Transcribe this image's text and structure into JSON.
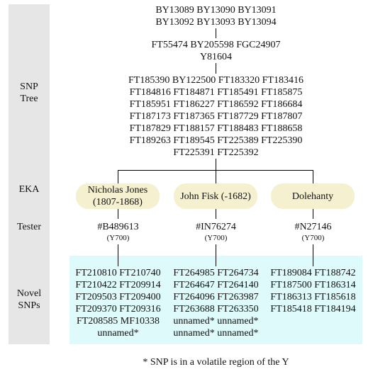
{
  "row_labels": {
    "snp_tree": [
      "SNP",
      "Tree"
    ],
    "eka": "EKA",
    "tester": "Tester",
    "novel_snps": [
      "Novel",
      "SNPs"
    ]
  },
  "tree": {
    "level1": [
      "BY13089 BY13090 BY13091",
      "BY13092 BY13093 BY13094"
    ],
    "level2": [
      "FT55474 BY205598 FGC24907",
      "Y81604"
    ],
    "level3": [
      "FT185390 BY122500 FT183320 FT183416",
      "FT184816 FT184871 FT185491 FT185875",
      "FT185951 FT186227 FT186592 FT186684",
      "FT187173 FT187365 FT187729 FT187807",
      "FT187829 FT188157 FT188483 FT188658",
      "FT189263 FT189545 FT225389 FT225390",
      "FT225391 FT225392"
    ]
  },
  "branches": [
    {
      "eka": [
        "Nicholas Jones",
        "(1807-1868)"
      ],
      "tester_id": "#B489613",
      "tester_test": "(Y700)",
      "novel_snps": [
        "FT210810 FT210740",
        "FT210422 FT209914",
        "FT209503 FT209400",
        "FT209370 FT209316",
        "FT208585 MF10338",
        "unnamed*"
      ]
    },
    {
      "eka": [
        "John Fisk (-1682)"
      ],
      "tester_id": "#IN76274",
      "tester_test": "(Y700)",
      "novel_snps": [
        "FT264985 FT264734",
        "FT264647 FT264140",
        "FT264096 FT263987",
        "FT263688 FT263350",
        "unnamed* unnamed*",
        "unnamed* unnamed*"
      ]
    },
    {
      "eka": [
        "Dolehanty"
      ],
      "tester_id": "#N27146",
      "tester_test": "(Y700)",
      "novel_snps": [
        "FT189084 FT188742",
        "FT187500 FT186314",
        "FT186313 FT185618",
        "FT185418 FT184194"
      ]
    }
  ],
  "footnote": "* SNP is in a volatile region of the Y",
  "colors": {
    "label_column": "#e6e6e6",
    "eka_bubble": "#f5f0cf",
    "novel_background": "#dffafa",
    "connector": "#000000"
  }
}
